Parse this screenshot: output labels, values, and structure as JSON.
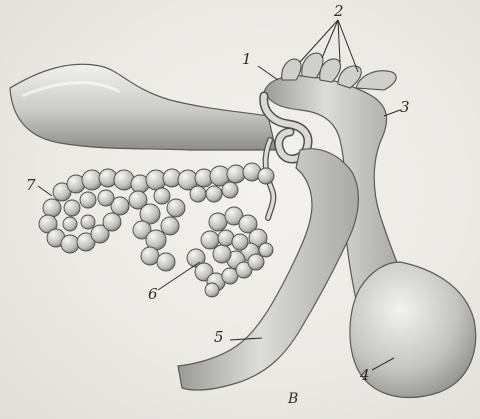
{
  "labels": {
    "l1": "1",
    "l2": "2",
    "l3": "3",
    "l4": "4",
    "l5": "5",
    "l6": "6",
    "l7": "7"
  },
  "caption": "B"
}
